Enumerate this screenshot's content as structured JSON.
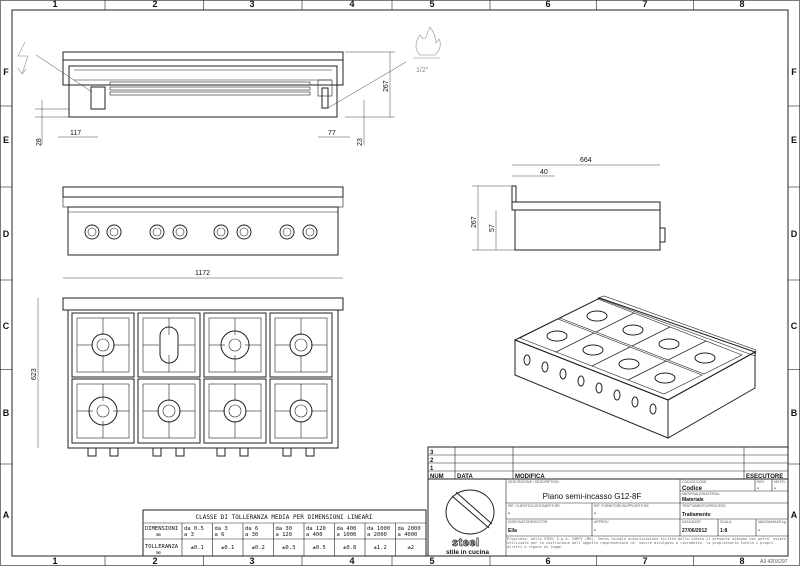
{
  "frame": {
    "columns": [
      "1",
      "2",
      "3",
      "4",
      "5",
      "6",
      "7",
      "8"
    ],
    "rows": [
      "F",
      "E",
      "D",
      "C",
      "B",
      "A"
    ]
  },
  "rear_view": {
    "dims": {
      "height": "267",
      "left_offset": "117",
      "left_height": "28",
      "right_offset": "77",
      "right_height": "23"
    },
    "gas_label": "1/2\""
  },
  "front_view": {
    "knob_count": 8
  },
  "side_view": {
    "dims": {
      "depth": "664",
      "lip": "40",
      "height": "267",
      "body": "57"
    }
  },
  "top_view": {
    "dims": {
      "width": "1172",
      "depth": "623"
    },
    "burner_count": 8
  },
  "tolerance": {
    "title": "CLASSE DI TOLLERANZA MEDIA PER DIMENSIONI LINEARI",
    "dim_label": "DIMENSIONI",
    "tol_label": "TOLLERANZA",
    "unit": "mm",
    "ranges": [
      {
        "from": "da 0.5",
        "to": "a 3",
        "tol": "±0.1"
      },
      {
        "from": "da 3",
        "to": "a 6",
        "tol": "±0.1"
      },
      {
        "from": "da 6",
        "to": "a 30",
        "tol": "±0.2"
      },
      {
        "from": "da 30",
        "to": "a 120",
        "tol": "±0.3"
      },
      {
        "from": "da 120",
        "to": "a 400",
        "tol": "±0.5"
      },
      {
        "from": "da 400",
        "to": "a 1000",
        "tol": "±0.8"
      },
      {
        "from": "da 1000",
        "to": "a 2000",
        "tol": "±1.2"
      },
      {
        "from": "da 2000",
        "to": "a 4000",
        "tol": "±2"
      }
    ]
  },
  "title_block": {
    "revisions": [
      "3",
      "2",
      "1"
    ],
    "headers": {
      "num": "NUM",
      "date": "DATA",
      "change": "MODIFICA",
      "executor": "ESECUTORE"
    },
    "description_label": "DESCRIZIONE / DESCRIPTION",
    "description": "Piano semi-incasso G12-8F",
    "code_label": "CODICE/CODE",
    "code": "Codice",
    "rev_label": "REV.",
    "rev": "-",
    "sheet_label": "NR.FG.",
    "sheet": "-",
    "material_label": "MATERIALE/MATERIAL",
    "material": "Materiale",
    "customer_ref_label": "RIF. CLIENTE/CUSTOMER'S RE.",
    "customer_ref": "-",
    "supplier_ref_label": "RIF. FORNITORE/SUPPLIER'S RE.",
    "supplier_ref": "-",
    "process_label": "TRATTAMENTO/PROCESS",
    "process": "Trattamento",
    "drawn_label": "DISEGNATORE/EDITOR",
    "drawn": "Ella",
    "approved_label": "APPROV.",
    "approved": "-",
    "date_label": "DATA/DATE",
    "date": "27/06/2012",
    "scale_label": "SCALA",
    "scale": "1:8",
    "mass_label": "MASSA/MASS kg",
    "mass": "-",
    "legal": "Proprieta' dello STEEL S.p.A. CARPI (MO). Senza formale autorizzazione scritta della stessa il presente disegno non potra' essere utilizzato per la costruzione dell'oggetto rappresentato ne' venire divulgato o riprodotto, la proprietaria tutela i propri diritti a rigore di legge.",
    "logo_text": "steel",
    "logo_tagline": "stile in cucina",
    "format": "A3 420X297"
  }
}
